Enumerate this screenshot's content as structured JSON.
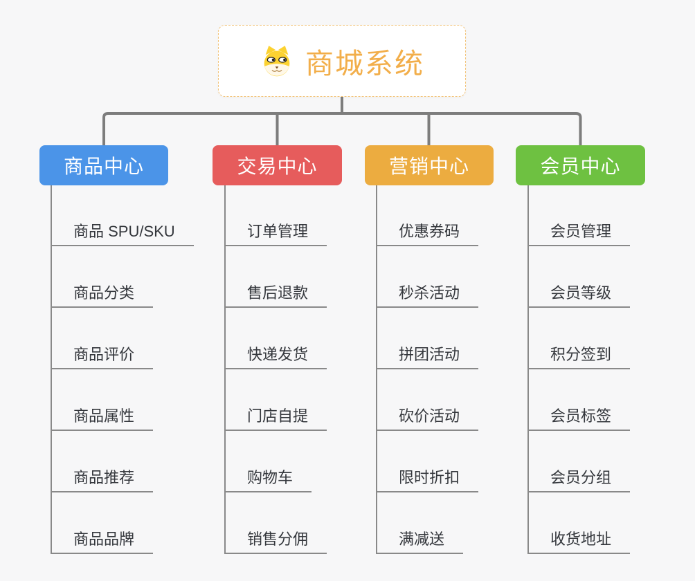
{
  "page": {
    "background_color": "#f7f7f8",
    "connector_color": "#7d7d7d",
    "trunk_color": "#898989"
  },
  "root": {
    "title": "商城系统",
    "title_color": "#f2ae4a",
    "icon": "shiba-dog-icon",
    "border_color": "#f2c379"
  },
  "branches": [
    {
      "label": "商品中心",
      "color": "#4b94e8",
      "items": [
        "商品 SPU/SKU",
        "商品分类",
        "商品评价",
        "商品属性",
        "商品推荐",
        "商品品牌"
      ]
    },
    {
      "label": "交易中心",
      "color": "#e65c5c",
      "items": [
        "订单管理",
        "售后退款",
        "快递发货",
        "门店自提",
        "购物车",
        "销售分佣"
      ]
    },
    {
      "label": "营销中心",
      "color": "#ecac40",
      "items": [
        "优惠券码",
        "秒杀活动",
        "拼团活动",
        "砍价活动",
        "限时折扣",
        "满减送"
      ]
    },
    {
      "label": "会员中心",
      "color": "#6ec141",
      "items": [
        "会员管理",
        "会员等级",
        "积分签到",
        "会员标签",
        "会员分组",
        "收货地址"
      ]
    }
  ]
}
